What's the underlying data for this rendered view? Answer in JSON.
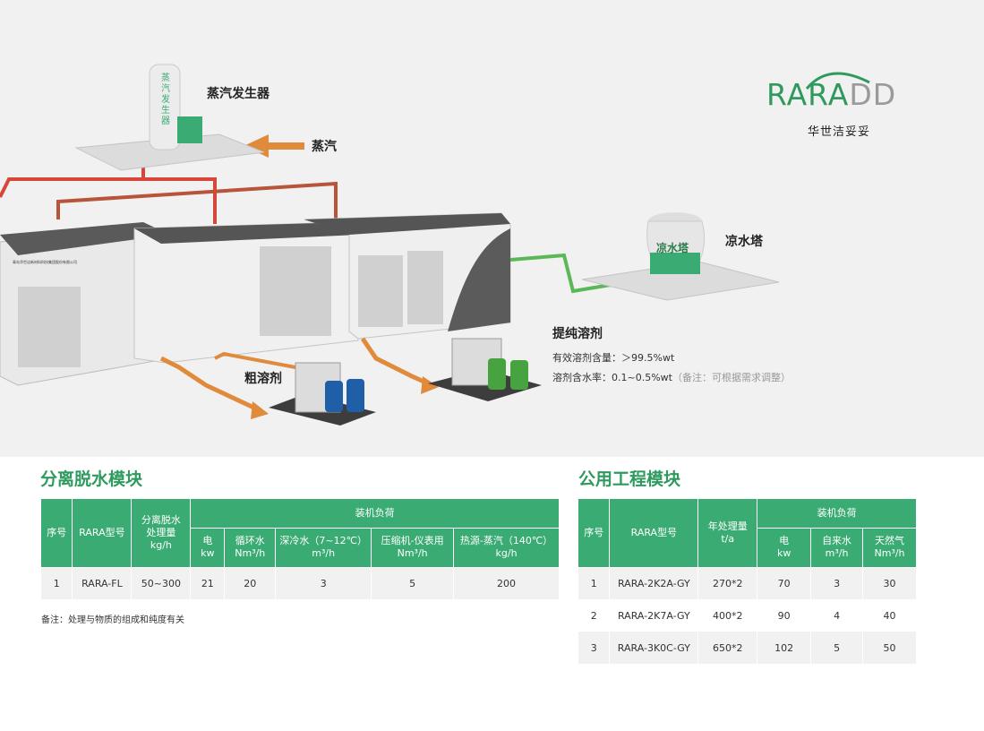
{
  "hero": {
    "steam_generator_label": "蒸汽发生器",
    "steam_generator_tank_text": "蒸汽发生器",
    "steam_label": "蒸汽",
    "cooling_tower_label": "凉水塔",
    "cooling_tower_text": "凉水塔",
    "purified_solvent_label": "提纯溶剂",
    "crude_solvent_label": "粗溶剂",
    "spec_line1": "有效溶剂含量：＞99.5%wt",
    "spec_line2_main": "溶剂含水率：0.1~0.5%wt",
    "spec_line2_note": "（备注：可根据需求调整）",
    "container_text": "青岛华世洁新材料科技集团股份有限公司",
    "colors": {
      "steam_pipe": "#d8463a",
      "solvent_pipe": "#e08a3c",
      "water_pipe": "#5bb856",
      "tower": "#3aab73"
    }
  },
  "logo": {
    "word_main": "RARA",
    "word_accent": "DD",
    "subtitle": "华世洁妥妥",
    "brand_color": "#2f9a5e"
  },
  "separation": {
    "title": "分离脱水模块",
    "headers": {
      "index": "序号",
      "model": "RARA型号",
      "capacity_l1": "分离脱水",
      "capacity_l2": "处理量",
      "capacity_l3": "kg/h",
      "group": "装机负荷",
      "sub": [
        {
          "l1": "电",
          "l2": "kw"
        },
        {
          "l1": "循环水",
          "l2": "Nm³/h"
        },
        {
          "l1": "深冷水（7~12℃）",
          "l2": "m³/h"
        },
        {
          "l1": "压缩机-仪表用",
          "l2": "Nm³/h"
        },
        {
          "l1": "热源-蒸汽（140℃）",
          "l2": "kg/h"
        }
      ]
    },
    "rows": [
      {
        "index": "1",
        "model": "RARA-FL",
        "capacity": "50~300",
        "power": "21",
        "circ": "20",
        "chill": "3",
        "air": "5",
        "steam": "200"
      }
    ],
    "footnote": "备注：处理与物质的组成和纯度有关"
  },
  "utility": {
    "title": "公用工程模块",
    "headers": {
      "index": "序号",
      "model": "RARA型号",
      "capacity_l1": "年处理量",
      "capacity_l2": "t/a",
      "group": "装机负荷",
      "sub": [
        {
          "l1": "电",
          "l2": "kw"
        },
        {
          "l1": "自来水",
          "l2": "m³/h"
        },
        {
          "l1": "天然气",
          "l2": "Nm³/h"
        }
      ]
    },
    "rows": [
      {
        "index": "1",
        "model": "RARA-2K2A-GY",
        "capacity": "270*2",
        "power": "70",
        "water": "3",
        "gas": "30"
      },
      {
        "index": "2",
        "model": "RARA-2K7A-GY",
        "capacity": "400*2",
        "power": "90",
        "water": "4",
        "gas": "40"
      },
      {
        "index": "3",
        "model": "RARA-3K0C-GY",
        "capacity": "650*2",
        "power": "102",
        "water": "5",
        "gas": "50"
      }
    ]
  }
}
